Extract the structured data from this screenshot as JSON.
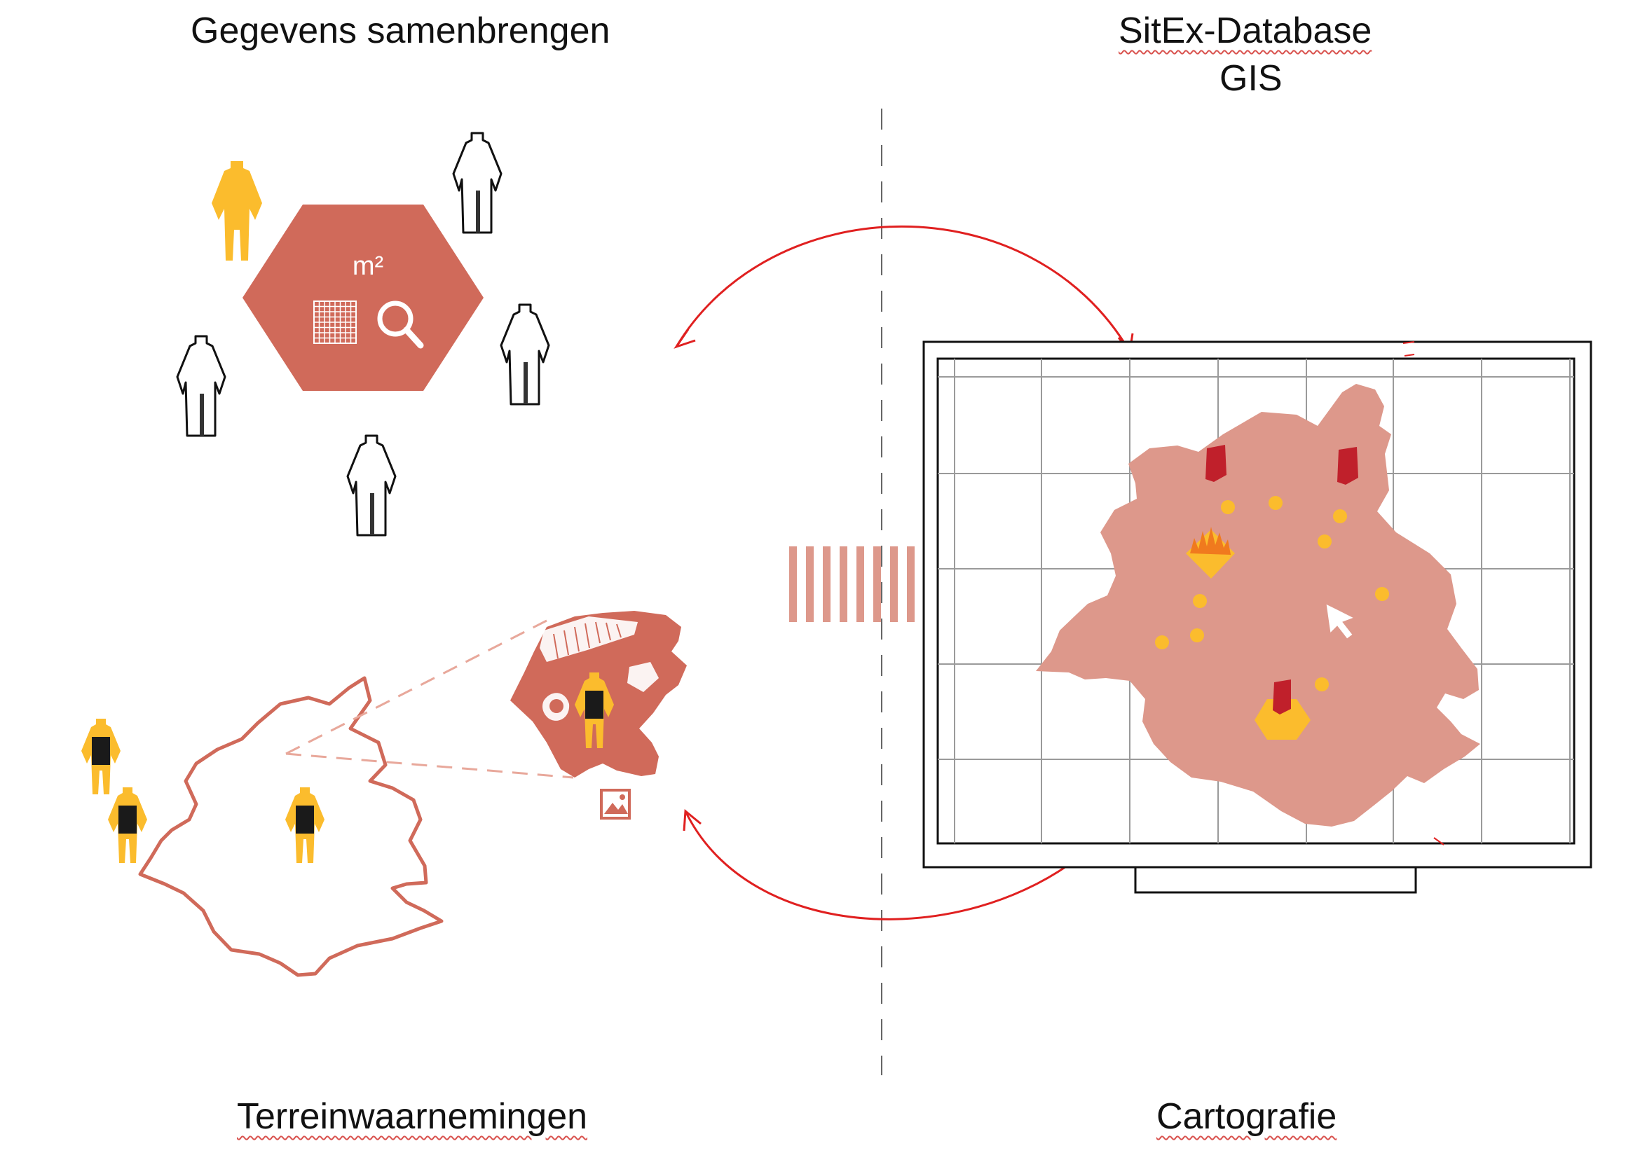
{
  "labels": {
    "top_left": "Gegevens samenbrengen",
    "top_right_line1": "SitEx-Database",
    "top_right_line2": "GIS",
    "bottom_left": "Terreinwaarnemingen",
    "bottom_right": "Cartografie"
  },
  "hexagon": {
    "unit_text": "m²",
    "icons": [
      "grid-icon",
      "magnifier-icon"
    ]
  },
  "colors": {
    "terracotta": "#d06a5a",
    "map_fill": "#dd988b",
    "yellow": "#fbbc2d",
    "dark_red": "#c0202b",
    "arrow_red": "#e02020",
    "outline": "#111111"
  },
  "icons": [
    "person-outline-icon",
    "person-yellow-icon",
    "person-with-tablet-icon",
    "image-icon",
    "cursor-icon",
    "fire-icon"
  ]
}
